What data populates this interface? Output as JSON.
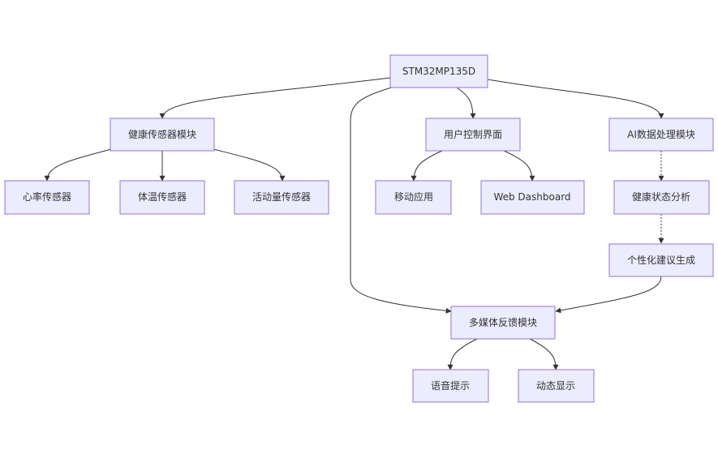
{
  "nodes": {
    "root": "STM32MP135D",
    "health_sensor": "健康传感器模块",
    "ui": "用户控制界面",
    "ai": "AI数据处理模块",
    "heart": "心率传感器",
    "temp": "体温传感器",
    "activity": "活动量传感器",
    "mobile": "移动应用",
    "web": "Web Dashboard",
    "health_analysis": "健康状态分析",
    "advice": "个性化建议生成",
    "multimedia": "多媒体反馈模块",
    "voice": "语音提示",
    "display": "动态显示"
  },
  "colors": {
    "node_fill": "#ececff",
    "node_stroke": "#9370db",
    "edge": "#333333",
    "text": "#333333"
  }
}
